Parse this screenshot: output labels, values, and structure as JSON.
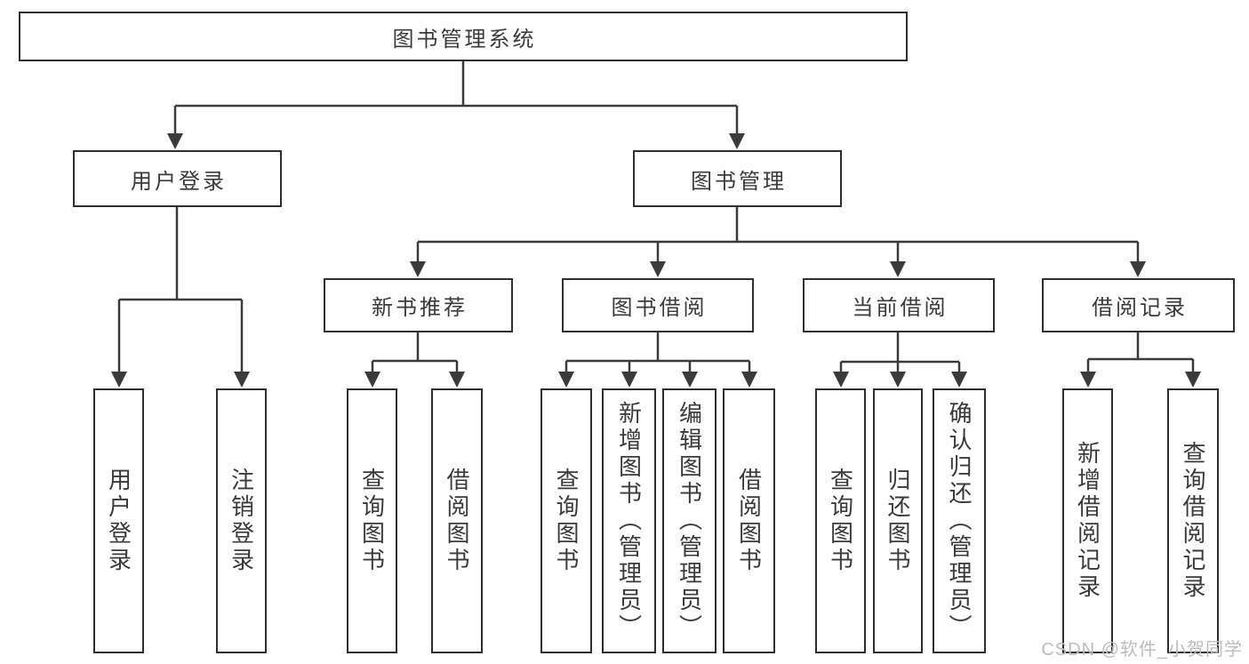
{
  "diagram": {
    "type": "functional-structure-tree",
    "nodes": {
      "root": {
        "label": "图书管理系统"
      },
      "user_login": {
        "label": "用户登录",
        "children": [
          {
            "label": "用户登录"
          },
          {
            "label": "注销登录"
          }
        ]
      },
      "book_mgmt": {
        "label": "图书管理"
      },
      "new_books": {
        "label": "新书推荐",
        "children": [
          {
            "label": "查询图书"
          },
          {
            "label": "借阅图书"
          }
        ]
      },
      "book_borrow": {
        "label": "图书借阅",
        "children": [
          {
            "label": "查询图书"
          },
          {
            "label": "新增图书（管理员）"
          },
          {
            "label": "编辑图书（管理员）"
          },
          {
            "label": "借阅图书"
          }
        ]
      },
      "current_borrow": {
        "label": "当前借阅",
        "children": [
          {
            "label": "查询图书"
          },
          {
            "label": "归还图书"
          },
          {
            "label": "确认归还（管理员）"
          }
        ]
      },
      "borrow_records": {
        "label": "借阅记录",
        "children": [
          {
            "label": "新增借阅记录"
          },
          {
            "label": "查询借阅记录"
          }
        ]
      }
    },
    "colors": {
      "line": "#3b3b3b",
      "box_border": "#2f2f2f",
      "text": "#3a3a3a",
      "background": "#ffffff",
      "watermark": "#bcbcbc"
    }
  },
  "watermark": {
    "text": "CSDN @软件_小贺同学"
  }
}
